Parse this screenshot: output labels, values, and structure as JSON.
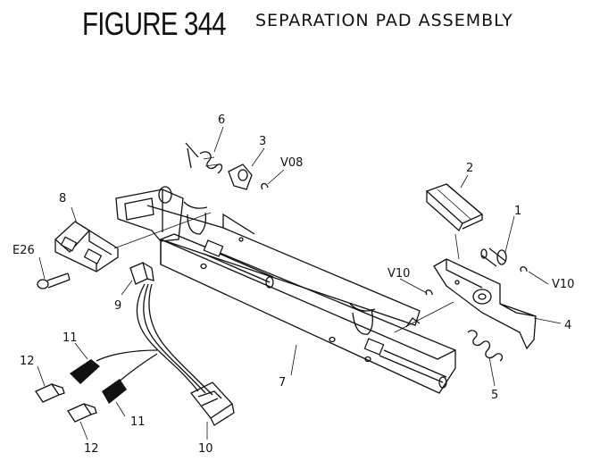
{
  "title": {
    "figure": "FIGURE 344",
    "subtitle": "SEPARATION PAD ASSEMBLY"
  },
  "labels": {
    "l1": "1",
    "l2": "2",
    "l3": "3",
    "l4": "4",
    "l5": "5",
    "l6": "6",
    "l7": "7",
    "l8": "8",
    "l9": "9",
    "l10": "10",
    "l11a": "11",
    "l11b": "11",
    "l12a": "12",
    "l12b": "12",
    "v08": "V08",
    "v10a": "V10",
    "v10b": "V10",
    "e26": "E26"
  }
}
